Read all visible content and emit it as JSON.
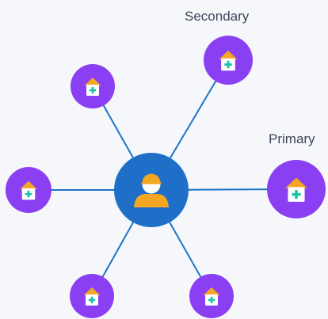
{
  "colors": {
    "background": "#f5f7fb",
    "connector": "#1e73c7",
    "hub": "#1f6fc9",
    "node": "#8b3ff2",
    "house_roof": "#f5a623",
    "house_body": "#ffffff",
    "cross": "#19c3a8"
  },
  "diagram": {
    "hub": {
      "icon": "person-icon"
    },
    "labels": {
      "secondary": "Secondary",
      "primary": "Primary"
    },
    "nodes": [
      {
        "id": "top-right",
        "icon": "house-plus-icon",
        "role": "secondary"
      },
      {
        "id": "top-left",
        "icon": "house-plus-icon"
      },
      {
        "id": "right",
        "icon": "house-plus-icon",
        "role": "primary"
      },
      {
        "id": "left",
        "icon": "house-plus-icon"
      },
      {
        "id": "bottom-left",
        "icon": "house-plus-icon"
      },
      {
        "id": "bottom-right",
        "icon": "house-plus-icon"
      }
    ]
  }
}
